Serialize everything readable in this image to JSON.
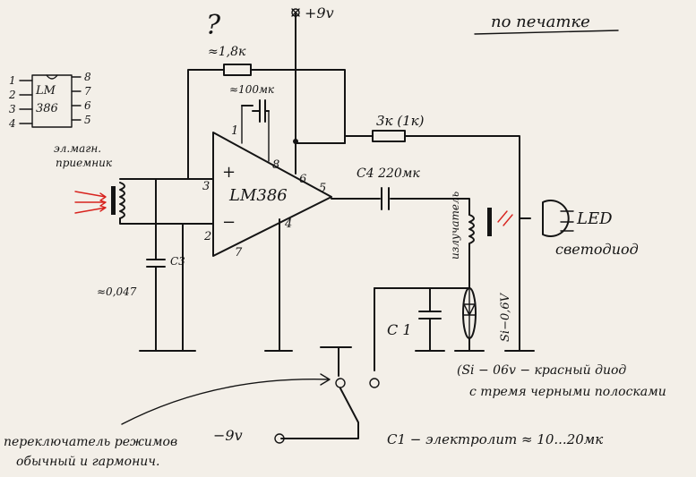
{
  "header": {
    "question_mark": "?",
    "supply": "+9v",
    "note_top_right": "по печатке"
  },
  "ic_pinout": {
    "label_line1": "LM",
    "label_line2": "386",
    "pins_left": [
      "1",
      "2",
      "3",
      "4"
    ],
    "pins_right": [
      "8",
      "7",
      "6",
      "5"
    ]
  },
  "amplifier": {
    "name": "LM386",
    "plus": "+",
    "minus": "−",
    "pins": {
      "p1": "1",
      "p2": "2",
      "p3": "3",
      "p4": "4",
      "p5": "5",
      "p6": "6",
      "p7": "7",
      "p8": "8"
    }
  },
  "components": {
    "r_feedback": "≈1,8к",
    "c_bypass": "≈100мк",
    "r_led": "3к (1к)",
    "c4": "C4 220мк",
    "c3_name": "C3",
    "c3_value": "≈0,047",
    "c1": "C 1",
    "emitter_vertical": "излучатель",
    "diode_vertical": "Si−0,6V"
  },
  "labels": {
    "receiver_line1": "эл.магн.",
    "receiver_line2": "приемник",
    "led": "LED",
    "led_ru": "светодиод",
    "note_si_line1": "(Si − 06v − красный диод",
    "note_si_line2": "с тремя черными полосками",
    "switch_note_line1": "переключатель режимов",
    "switch_note_line2": "обычный и гармонич.",
    "switch_supply": "−9v",
    "c1_note": "C1 − электролит ≈ 10...20мк"
  }
}
